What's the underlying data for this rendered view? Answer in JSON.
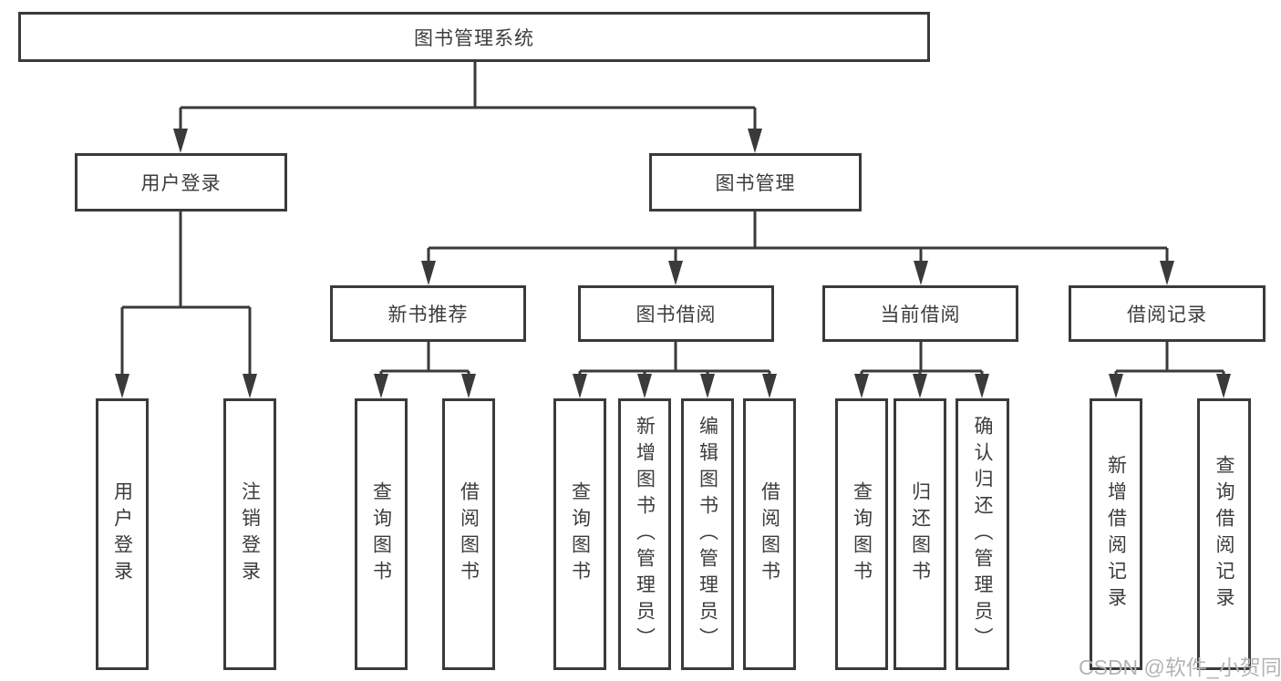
{
  "diagram_title": "图书管理系统",
  "hierarchy": {
    "label": "图书管理系统",
    "children": [
      {
        "label": "用户登录",
        "children": [
          {
            "label": "用户登录"
          },
          {
            "label": "注销登录"
          }
        ]
      },
      {
        "label": "图书管理",
        "children": [
          {
            "label": "新书推荐",
            "children": [
              {
                "label": "查询图书"
              },
              {
                "label": "借阅图书"
              }
            ]
          },
          {
            "label": "图书借阅",
            "children": [
              {
                "label": "查询图书"
              },
              {
                "label": "新增图书（管理员）"
              },
              {
                "label": "编辑图书（管理员）"
              },
              {
                "label": "借阅图书"
              }
            ]
          },
          {
            "label": "当前借阅",
            "children": [
              {
                "label": "查询图书"
              },
              {
                "label": "归还图书"
              },
              {
                "label": "确认归还（管理员）"
              }
            ]
          },
          {
            "label": "借阅记录",
            "children": [
              {
                "label": "新增借阅记录"
              },
              {
                "label": "查询借阅记录"
              }
            ]
          }
        ]
      }
    ]
  },
  "watermark": "CSDN @软件_小贺同学",
  "colors": {
    "line": "#3a3a3a",
    "text": "#3c3c3c",
    "background": "#ffffff",
    "watermark": "#b4b4b4"
  }
}
